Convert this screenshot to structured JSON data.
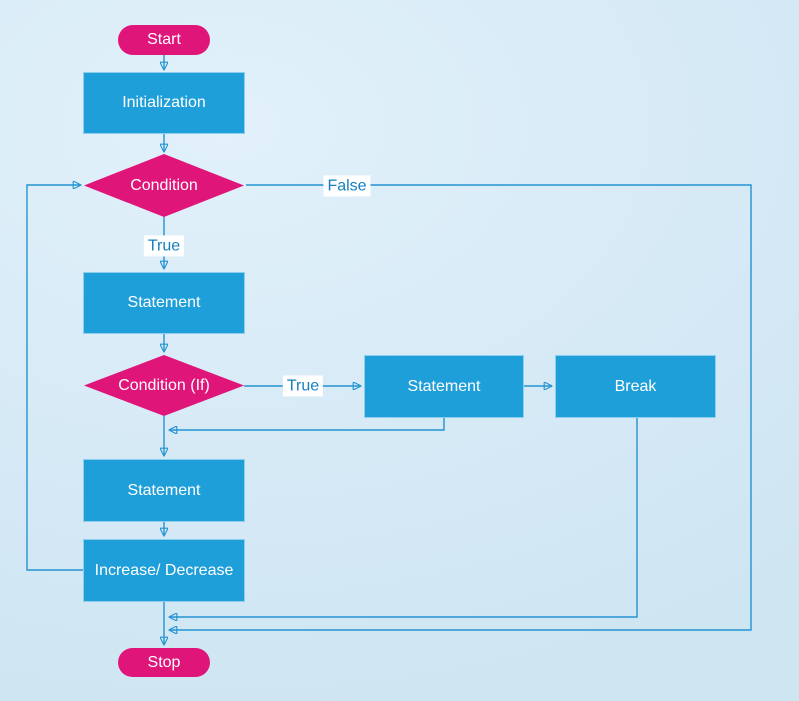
{
  "diagram": {
    "type": "flowchart",
    "description": "Loop control flow with break",
    "colors": {
      "background": "#d8ebf7",
      "process_fill": "#1f9fda",
      "terminal_fill": "#e0157a",
      "decision_fill": "#e0157a",
      "connector": "#2493d2",
      "edge_label_text": "#1480bf",
      "node_text": "#ffffff"
    },
    "nodes": [
      {
        "id": "start",
        "shape": "terminal",
        "label": "Start"
      },
      {
        "id": "initialization",
        "shape": "process",
        "label": "Initialization"
      },
      {
        "id": "condition",
        "shape": "decision",
        "label": "Condition"
      },
      {
        "id": "statement-1",
        "shape": "process",
        "label": "Statement"
      },
      {
        "id": "condition-if",
        "shape": "decision",
        "label": "Condition (If)"
      },
      {
        "id": "statement-right",
        "shape": "process",
        "label": "Statement"
      },
      {
        "id": "break",
        "shape": "process",
        "label": "Break"
      },
      {
        "id": "statement-2",
        "shape": "process",
        "label": "Statement"
      },
      {
        "id": "increase-decrease",
        "shape": "process",
        "label": "Increase/ Decrease"
      },
      {
        "id": "stop",
        "shape": "terminal",
        "label": "Stop"
      }
    ],
    "edges": [
      {
        "from": "start",
        "to": "initialization",
        "label": ""
      },
      {
        "from": "initialization",
        "to": "condition",
        "label": ""
      },
      {
        "from": "condition",
        "to": "statement-1",
        "label": "True"
      },
      {
        "from": "condition",
        "to": "stop",
        "label": "False"
      },
      {
        "from": "statement-1",
        "to": "condition-if",
        "label": ""
      },
      {
        "from": "condition-if",
        "to": "statement-right",
        "label": "True"
      },
      {
        "from": "statement-right",
        "to": "break",
        "label": ""
      },
      {
        "from": "statement-right",
        "to": "statement-2",
        "label": ""
      },
      {
        "from": "condition-if",
        "to": "statement-2",
        "label": ""
      },
      {
        "from": "statement-2",
        "to": "increase-decrease",
        "label": ""
      },
      {
        "from": "increase-decrease",
        "to": "condition",
        "label": ""
      },
      {
        "from": "break",
        "to": "stop",
        "label": ""
      },
      {
        "from": "increase-decrease",
        "to": "stop",
        "label": ""
      }
    ]
  }
}
